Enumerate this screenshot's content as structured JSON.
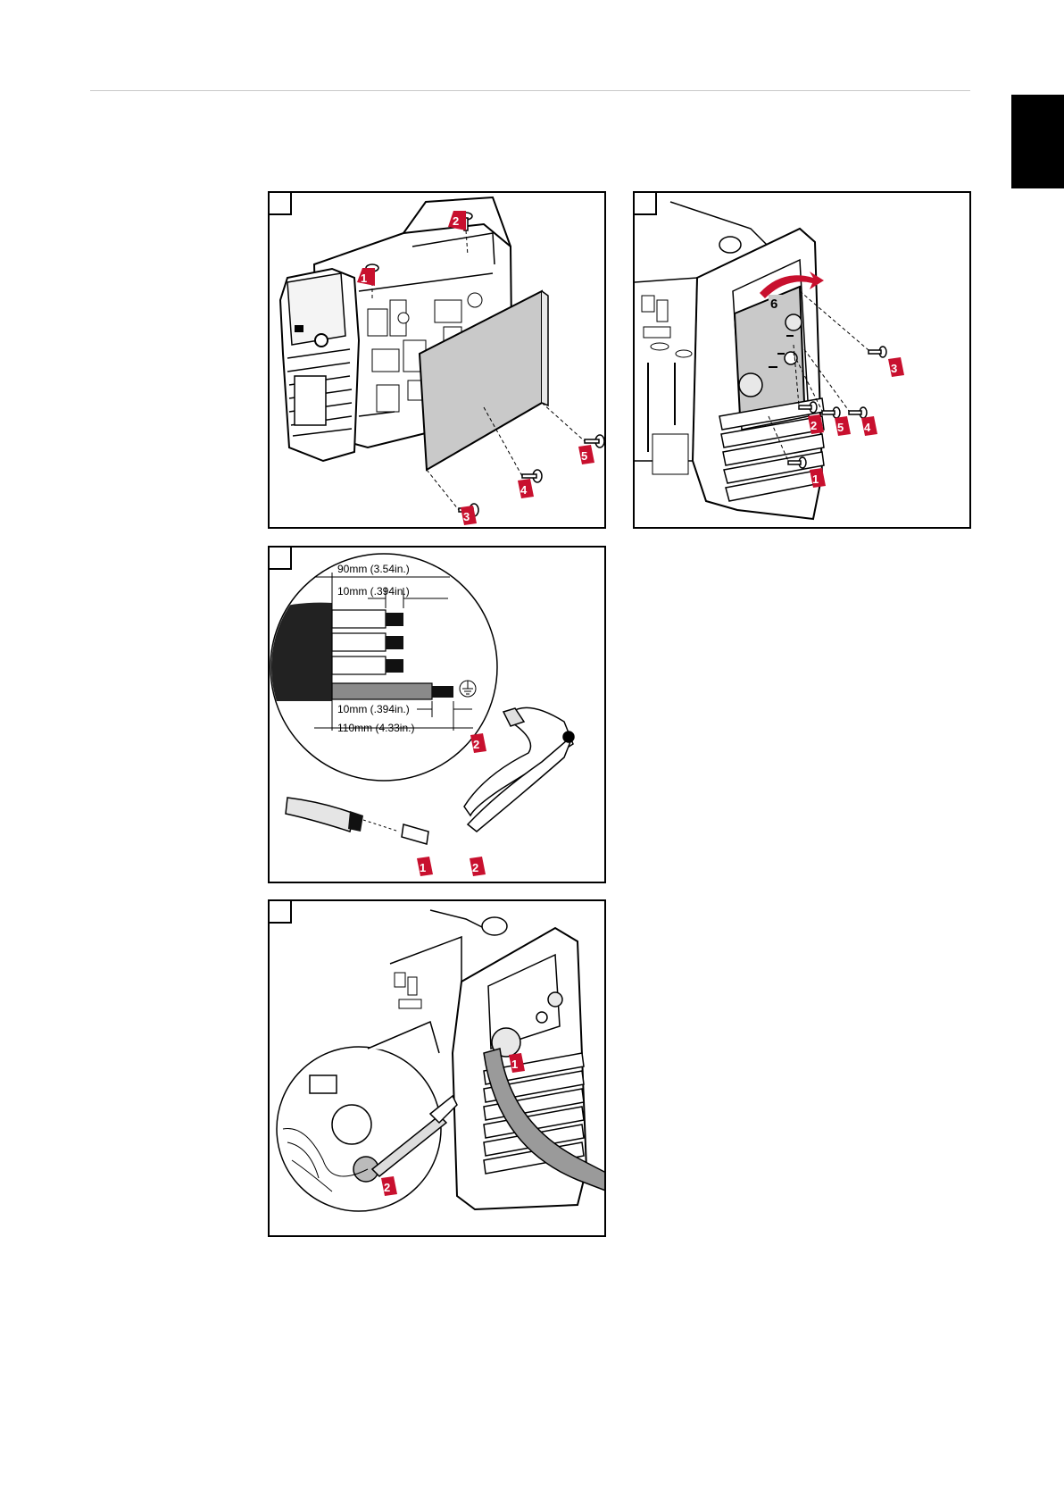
{
  "page": {
    "steps": [
      {
        "id": "remove-side-panel",
        "badges": [
          "1",
          "2",
          "3",
          "4",
          "5"
        ]
      },
      {
        "id": "remove-rear-plate",
        "badges": [
          "6",
          "3",
          "2",
          "5",
          "4",
          "1"
        ]
      },
      {
        "id": "prepare-cable",
        "dimensions": {
          "overall_top": "90mm (3.54in.)",
          "strip_top": "10mm (.394in.)",
          "strip_bottom": "10mm (.394in.)",
          "overall_bottom": "110mm (4.33in.)"
        },
        "badges": [
          "2",
          "1",
          "2"
        ]
      },
      {
        "id": "fit-strain-relief",
        "badges": [
          "1",
          "2"
        ]
      }
    ]
  }
}
